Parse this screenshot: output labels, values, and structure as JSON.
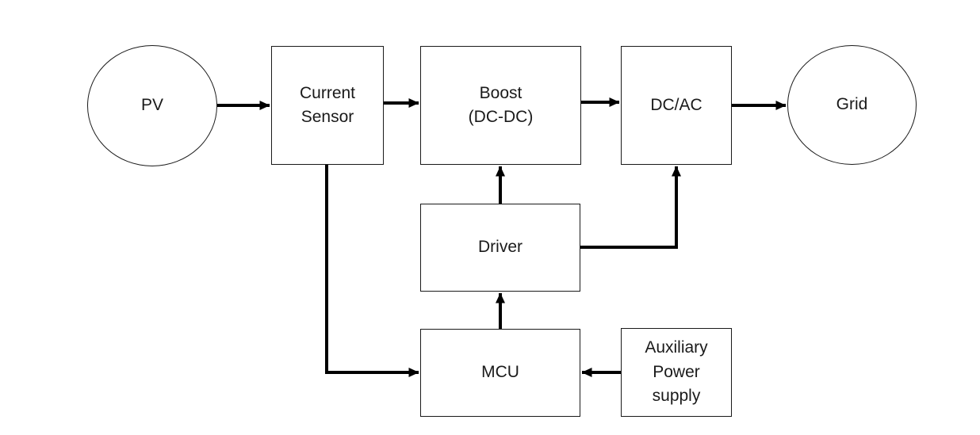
{
  "diagram": {
    "kind": "block-diagram",
    "background_color": "#ffffff",
    "line_color": "#000000",
    "text_color": "#1a1a1a",
    "nodes": {
      "pv": {
        "label": "PV",
        "shape": "circle",
        "lines": [
          "PV"
        ]
      },
      "current_sensor": {
        "label": "Current Sensor",
        "shape": "rect",
        "lines": [
          "Current",
          "Sensor"
        ]
      },
      "boost": {
        "label": "Boost (DC-DC)",
        "shape": "rect",
        "lines": [
          "Boost",
          "(DC-DC)"
        ]
      },
      "dc_ac": {
        "label": "DC/AC",
        "shape": "rect",
        "lines": [
          "DC/AC"
        ]
      },
      "grid": {
        "label": "Grid",
        "shape": "circle",
        "lines": [
          "Grid"
        ]
      },
      "driver": {
        "label": "Driver",
        "shape": "rect",
        "lines": [
          "Driver"
        ]
      },
      "mcu": {
        "label": "MCU",
        "shape": "rect",
        "lines": [
          "MCU"
        ]
      },
      "aux_power": {
        "label": "Auxiliary Power supply",
        "shape": "rect",
        "lines": [
          "Auxiliary",
          "Power",
          "supply"
        ]
      }
    },
    "edges": [
      {
        "from": "pv",
        "to": "current_sensor",
        "style": "arrow"
      },
      {
        "from": "current_sensor",
        "to": "boost",
        "style": "arrow"
      },
      {
        "from": "boost",
        "to": "dc_ac",
        "style": "arrow"
      },
      {
        "from": "dc_ac",
        "to": "grid",
        "style": "arrow"
      },
      {
        "from": "driver",
        "to": "boost",
        "style": "arrow"
      },
      {
        "from": "driver",
        "to": "dc_ac",
        "style": "arrow-elbow"
      },
      {
        "from": "mcu",
        "to": "driver",
        "style": "arrow"
      },
      {
        "from": "current_sensor",
        "to": "mcu",
        "style": "arrow-elbow"
      },
      {
        "from": "aux_power",
        "to": "mcu",
        "style": "arrow"
      }
    ]
  }
}
